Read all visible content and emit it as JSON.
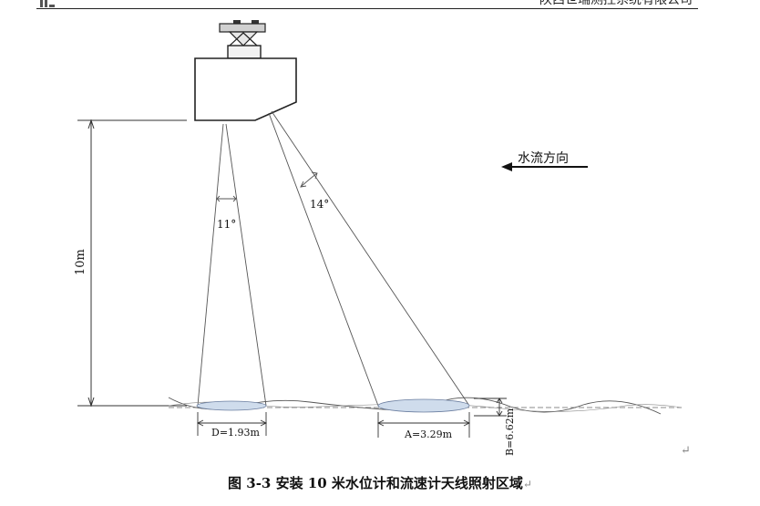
{
  "header": {
    "company": "陕西世瑞测控系统有限公司"
  },
  "diagram": {
    "height_label": "10m",
    "angle_level": "11°",
    "angle_velocity": "14°",
    "flow_direction": "水流方向",
    "dim_d": "D=1.93m",
    "dim_a": "A=3.29m",
    "dim_b": "B=6.62m"
  },
  "caption": {
    "text": "图 3-3  安装 10 米水位计和流速计天线照射区域",
    "return_mark": "↵"
  },
  "para_mark": "↵"
}
